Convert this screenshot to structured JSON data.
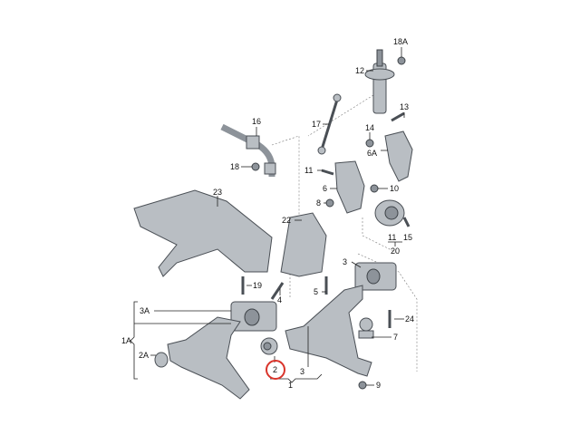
{
  "diagram": {
    "title": "Front suspension parts diagram",
    "highlight_color": "#d9342b",
    "highlighted_label": "2",
    "labels": {
      "l18A": "18A",
      "l12": "12",
      "l13": "13",
      "l17": "17",
      "l14": "14",
      "l16": "16",
      "l6A": "6A",
      "l18": "18",
      "l11a": "11",
      "l6": "6",
      "l10": "10",
      "l23": "23",
      "l8": "8",
      "l22": "22",
      "l11b": "11",
      "l15": "15",
      "l20": "20",
      "l3a": "3",
      "l19": "19",
      "l5": "5",
      "l4": "4",
      "l3A": "3A",
      "l24": "24",
      "l7": "7",
      "l1A": "1A",
      "l2A": "2A",
      "l2": "2",
      "l3b": "3",
      "l1": "1",
      "l9": "9"
    }
  }
}
